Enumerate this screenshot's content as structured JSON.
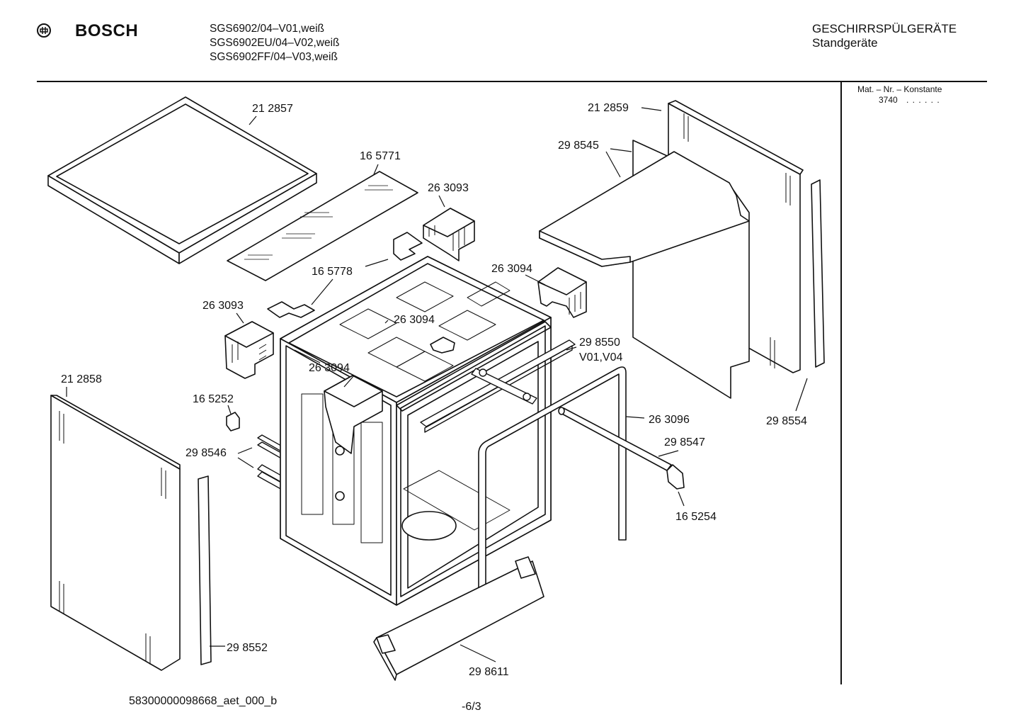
{
  "header": {
    "brand": "BOSCH",
    "models": [
      "SGS6902/04–V01,weiß",
      "SGS6902EU/04–V02,weiß",
      "SGS6902FF/04–V03,weiß"
    ],
    "category": "GESCHIRRSPÜLGERÄTE",
    "subcategory": "Standgeräte"
  },
  "side_panel": {
    "mat_label": "Mat. – Nr. – Konstante",
    "mat_value": "3740",
    "mat_dots": ". . . . . ."
  },
  "parts": [
    {
      "id": "p1",
      "text": "21 2857"
    },
    {
      "id": "p2",
      "text": "16 5771"
    },
    {
      "id": "p3",
      "text": "26 3093"
    },
    {
      "id": "p4",
      "text": "16 5778"
    },
    {
      "id": "p5",
      "text": "26 3093"
    },
    {
      "id": "p6",
      "text": "26 3094"
    },
    {
      "id": "p7",
      "text": "26 3094"
    },
    {
      "id": "p8",
      "text": "26 3094"
    },
    {
      "id": "p9",
      "text": "21 2858"
    },
    {
      "id": "p10",
      "text": "16 5252"
    },
    {
      "id": "p11",
      "text": "29 8546"
    },
    {
      "id": "p12",
      "text": "29 8552"
    },
    {
      "id": "p13",
      "text": "29 8611"
    },
    {
      "id": "p14",
      "text": "21 2859"
    },
    {
      "id": "p15",
      "text": "29 8545"
    },
    {
      "id": "p16",
      "text": "29 8550"
    },
    {
      "id": "p17",
      "text": "V01,V04"
    },
    {
      "id": "p18",
      "text": "26 3096"
    },
    {
      "id": "p19",
      "text": "29 8547"
    },
    {
      "id": "p20",
      "text": "16 5254"
    },
    {
      "id": "p21",
      "text": "29 8554"
    }
  ],
  "footer": {
    "doc_id": "58300000098668_aet_000_b",
    "page": "-6/3"
  }
}
